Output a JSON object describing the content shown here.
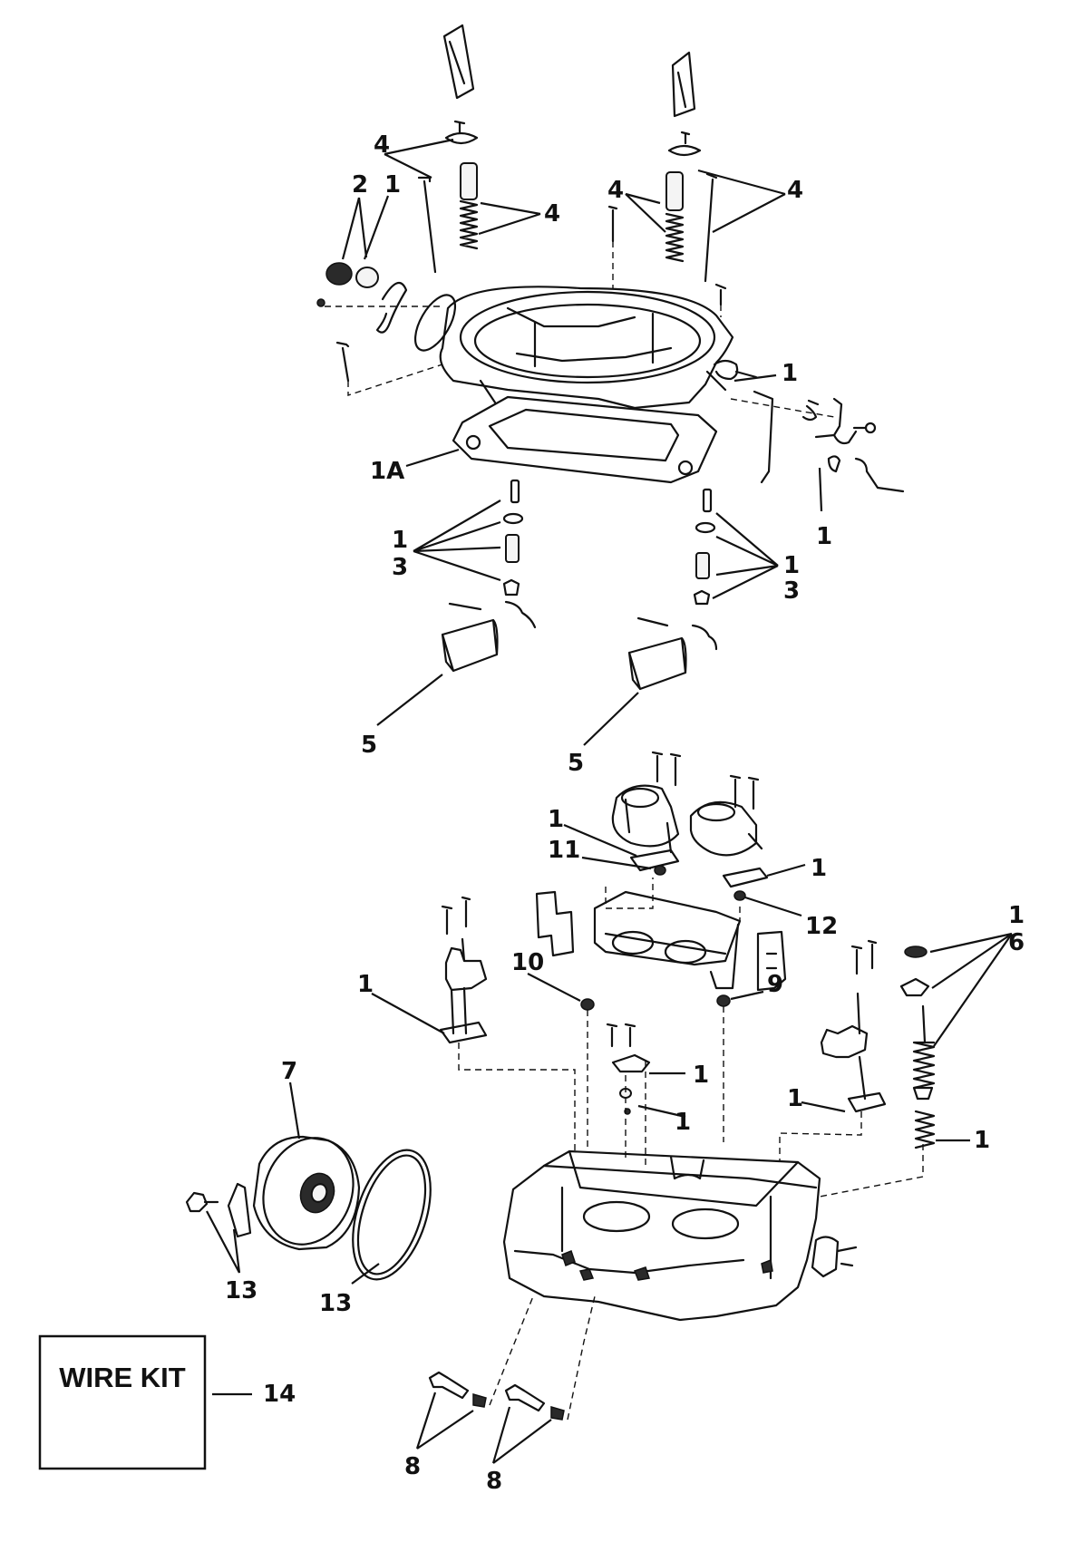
{
  "callouts": {
    "c4_top_left": "4",
    "c2_left": "2",
    "c1_left": "1",
    "c4_mid_left": "4",
    "c4_mid_right_a": "4",
    "c4_mid_right_b": "4",
    "c1_throttle": "1",
    "c1A_gasket": "1A",
    "c1_linkage": "1",
    "c1_float_left": "1",
    "c3_float_left": "3",
    "c1_float_right": "1",
    "c3_float_right": "3",
    "c5_left": "5",
    "c5_right": "5",
    "c1_piston": "1",
    "c11": "11",
    "c1_gasket_right": "1",
    "c12": "12",
    "c1_top_right": "1",
    "c6": "6",
    "c10": "10",
    "c9": "9",
    "c1_step_left": "1",
    "c1_pump_a": "1",
    "c1_pump_b": "1",
    "c1_step_right": "1",
    "c1_idle_screw": "1",
    "c7": "7",
    "c13_left": "13",
    "c13_right": "13",
    "c14": "14",
    "c8_left": "8",
    "c8_right": "8"
  },
  "wire_kit": {
    "label": "WIRE KIT"
  }
}
